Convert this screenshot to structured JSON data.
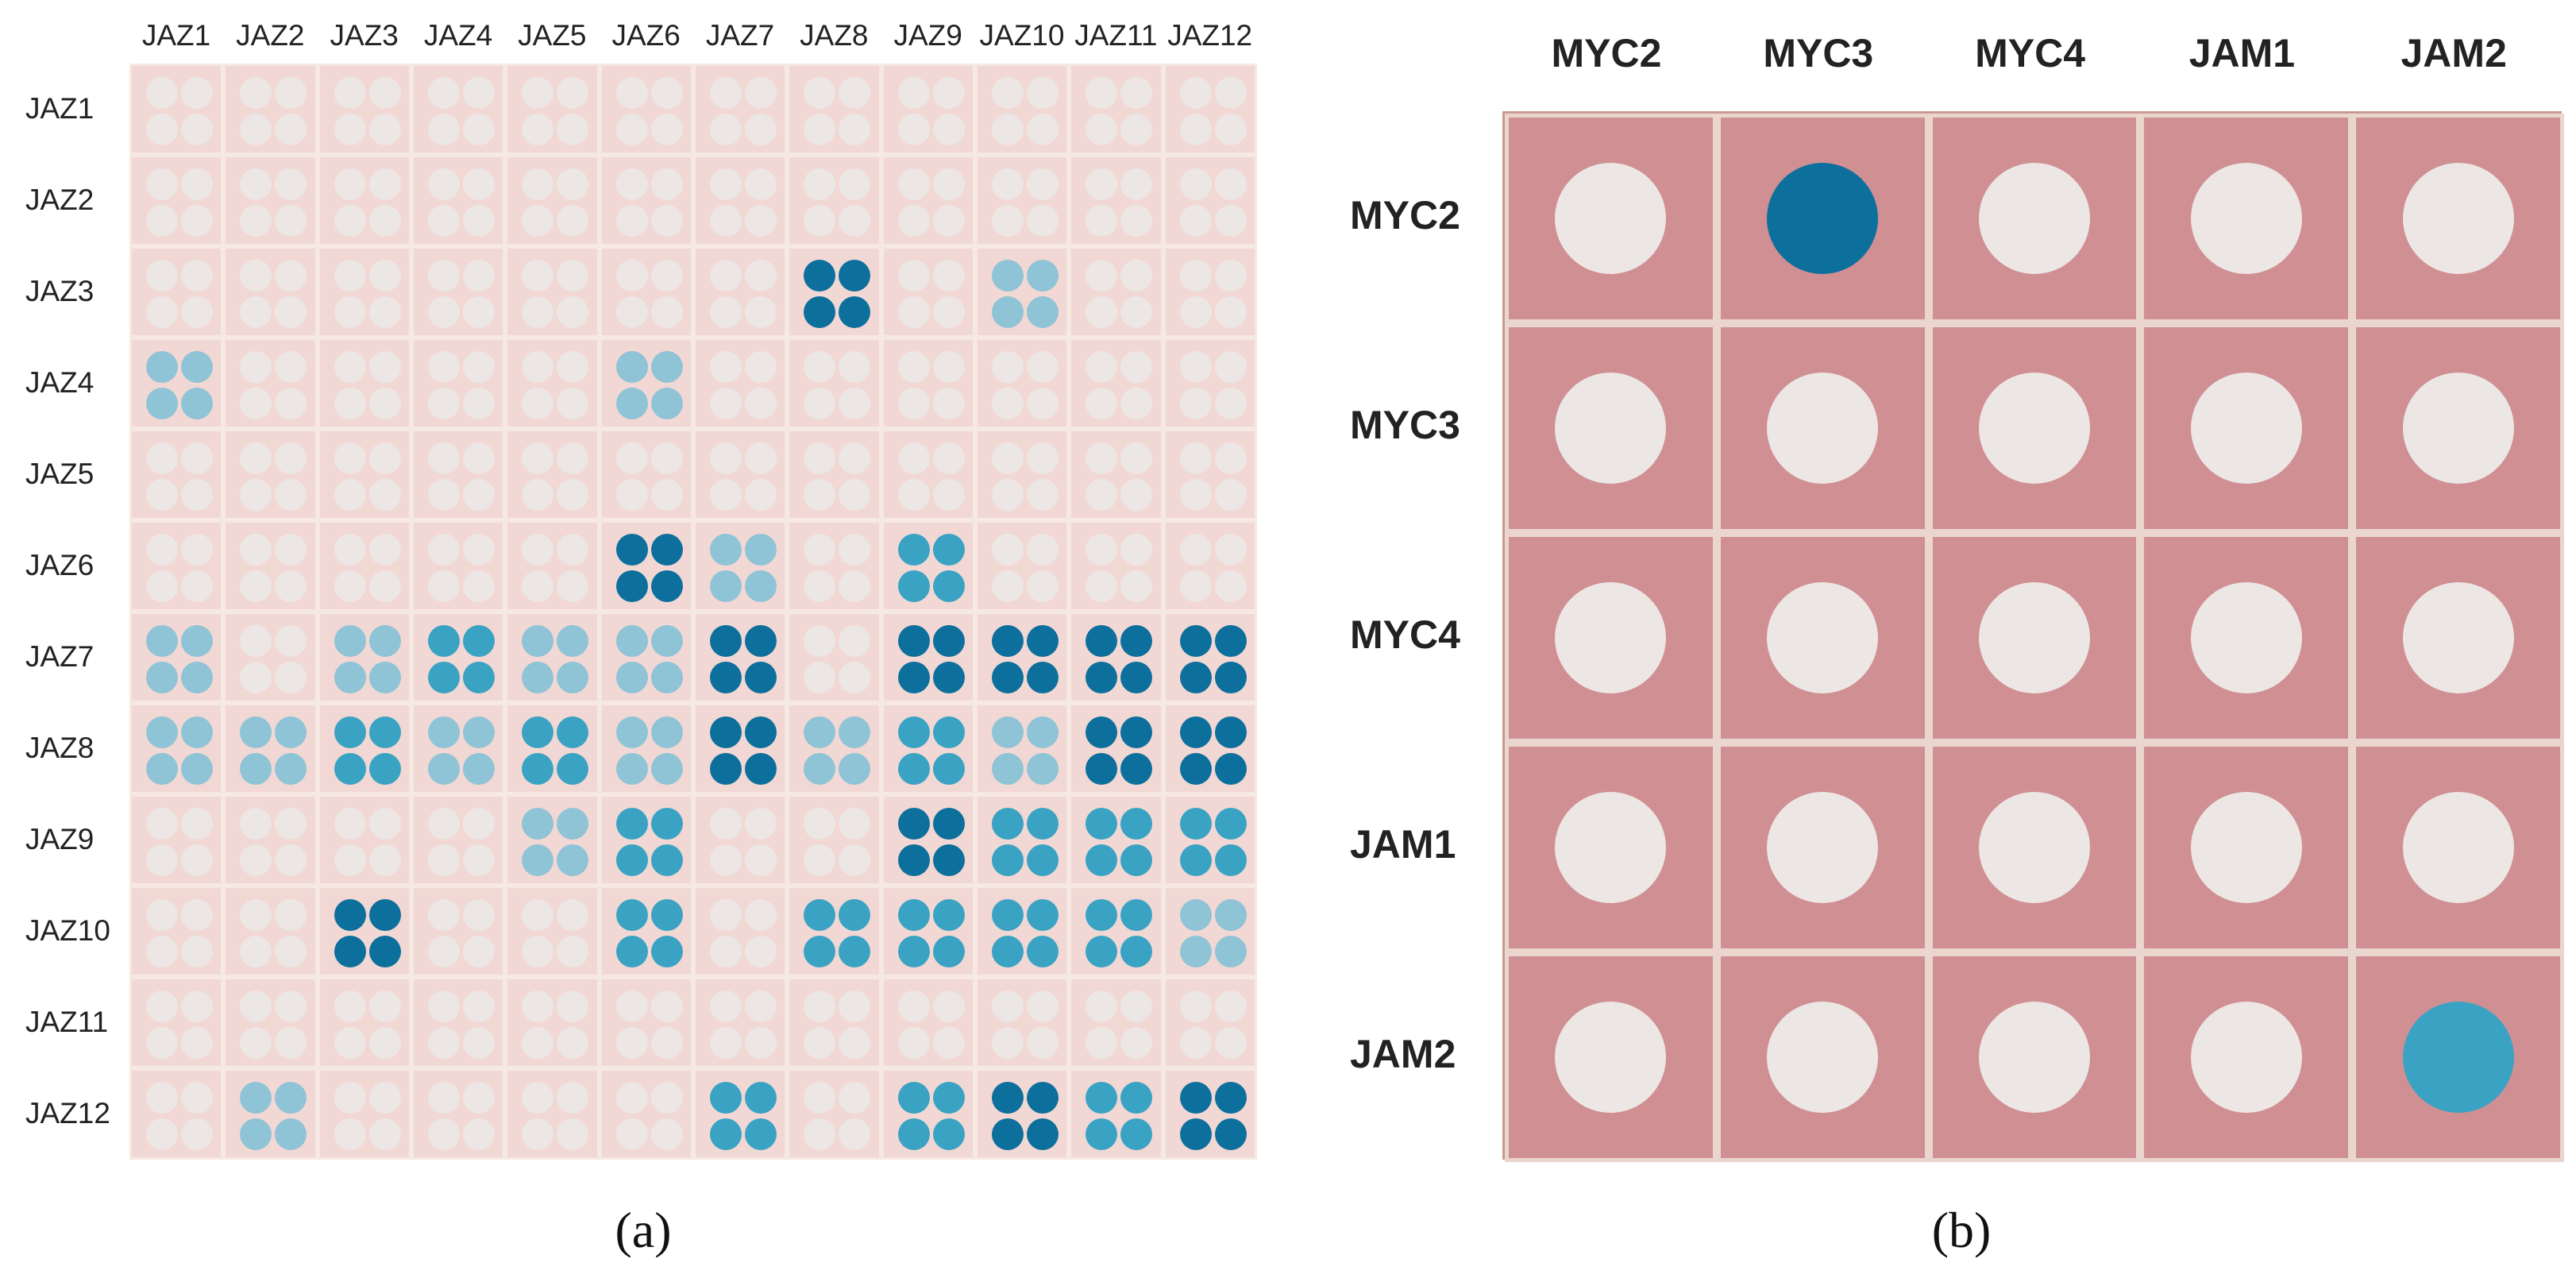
{
  "panel_a": {
    "columns": [
      "JAZ1",
      "JAZ2",
      "JAZ3",
      "JAZ4",
      "JAZ5",
      "JAZ6",
      "JAZ7",
      "JAZ8",
      "JAZ9",
      "JAZ10",
      "JAZ11",
      "JAZ12"
    ],
    "rows": [
      "JAZ1",
      "JAZ2",
      "JAZ3",
      "JAZ4",
      "JAZ5",
      "JAZ6",
      "JAZ7",
      "JAZ8",
      "JAZ9",
      "JAZ10",
      "JAZ11",
      "JAZ12"
    ],
    "blue_intensity": [
      [
        0,
        0,
        0,
        0,
        0,
        0,
        0,
        0,
        0,
        0,
        0,
        0
      ],
      [
        0,
        0,
        0,
        0,
        0,
        0,
        0,
        0,
        0,
        0,
        0,
        0
      ],
      [
        0,
        0,
        0,
        0,
        0,
        0,
        0,
        3,
        0,
        1,
        0,
        0
      ],
      [
        1,
        0,
        0,
        0,
        0,
        1,
        0,
        0,
        0,
        0,
        0,
        0
      ],
      [
        0,
        0,
        0,
        0,
        0,
        0,
        0,
        0,
        0,
        0,
        0,
        0
      ],
      [
        0,
        0,
        0,
        0,
        0,
        3,
        1,
        0,
        2,
        0,
        0,
        0
      ],
      [
        1,
        0,
        1,
        2,
        1,
        1,
        3,
        0,
        3,
        3,
        3,
        3
      ],
      [
        1,
        1,
        2,
        1,
        2,
        1,
        3,
        1,
        2,
        1,
        3,
        3
      ],
      [
        0,
        0,
        0,
        0,
        1,
        2,
        0,
        0,
        3,
        2,
        2,
        2
      ],
      [
        0,
        0,
        3,
        0,
        0,
        2,
        0,
        2,
        2,
        2,
        2,
        1
      ],
      [
        0,
        0,
        0,
        0,
        0,
        0,
        0,
        0,
        0,
        0,
        0,
        0
      ],
      [
        0,
        1,
        0,
        0,
        0,
        0,
        2,
        0,
        2,
        3,
        2,
        3
      ]
    ],
    "caption": "(a)"
  },
  "panel_b": {
    "columns": [
      "MYC2",
      "MYC3",
      "MYC4",
      "JAM1",
      "JAM2"
    ],
    "rows": [
      "MYC2",
      "MYC3",
      "MYC4",
      "JAM1",
      "JAM2"
    ],
    "blue_intensity": [
      [
        0,
        3,
        0,
        0,
        0
      ],
      [
        0,
        0,
        0,
        0,
        0
      ],
      [
        0,
        0,
        0,
        0,
        0
      ],
      [
        0,
        0,
        0,
        0,
        0
      ],
      [
        0,
        0,
        0,
        0,
        2
      ]
    ],
    "caption": "(b)"
  },
  "colors": {
    "white_colony": "#ece6e4",
    "blue_light": "#8fc3d6",
    "blue_mid": "#3aa3c4",
    "blue_dark": "#0d6f9c"
  }
}
